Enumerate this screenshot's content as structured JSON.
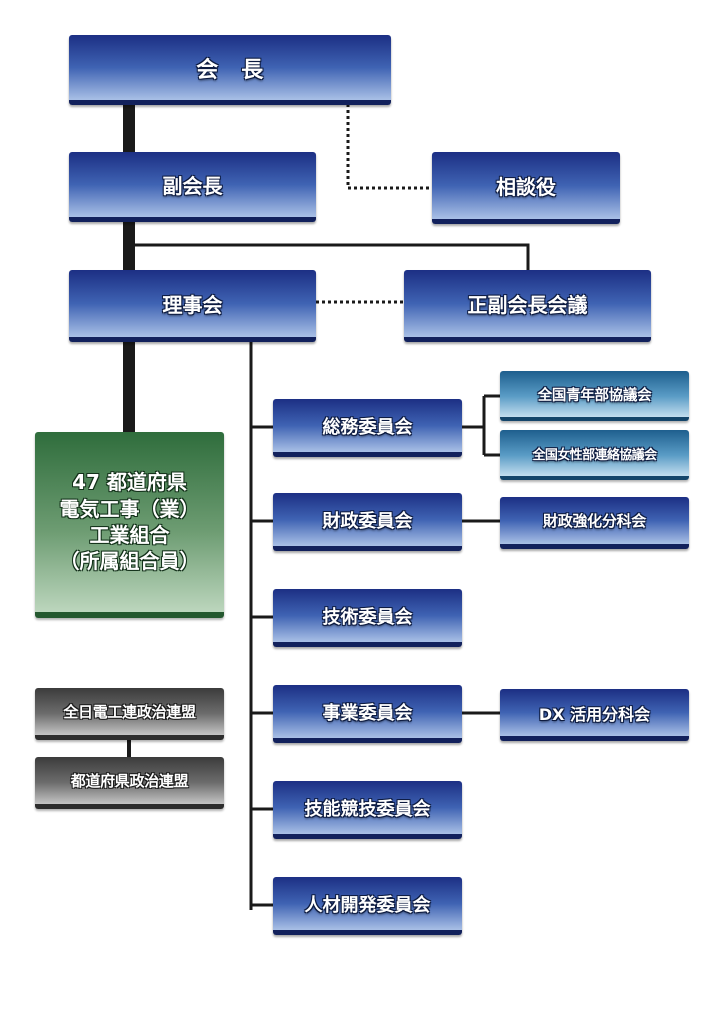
{
  "nodes": {
    "chairman": "会　長",
    "vice_chairman": "副会長",
    "advisor": "相談役",
    "board": "理事会",
    "executive_meeting": "正副会長会議",
    "member_unions": [
      "47 都道府県",
      "電気工事（業）",
      "工業組合",
      "（所属組合員）"
    ],
    "committees": [
      "総務委員会",
      "財政委員会",
      "技術委員会",
      "事業委員会",
      "技能競技委員会",
      "人材開発委員会"
    ],
    "sub_councils": [
      "全国青年部協議会",
      "全国女性部連絡協議会",
      "財政強化分科会",
      "DX 活用分科会"
    ],
    "political": [
      "全日電工連政治連盟",
      "都道府県政治連盟"
    ]
  },
  "colors": {
    "primary_box": "#2b4a9e",
    "secondary_box": "#3d80b3",
    "member_box": "#4f8a5a",
    "political_box": "#555555",
    "line": "#1a1a1a"
  }
}
